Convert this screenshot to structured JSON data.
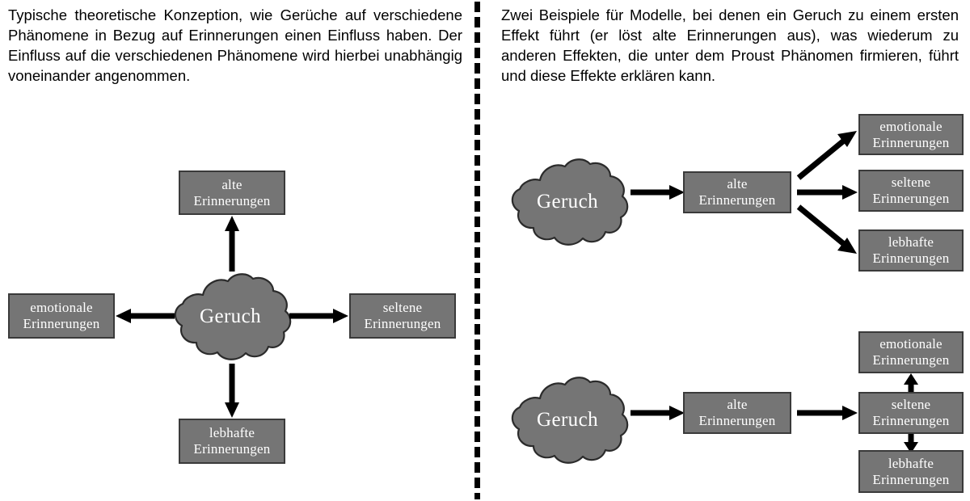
{
  "figure": {
    "panels": [
      {
        "id": "left",
        "caption": "Typische theoretische Konzeption, wie Gerüche auf verschiedene Phänomene in Bezug auf Erinnerungen einen Einfluss haben. Der Einfluss auf die verschiedenen Phänomene wird hierbei unabhängig voneinander angenommen.",
        "diagram": {
          "type": "radial",
          "source": {
            "label": "Geruch",
            "shape": "cloud"
          },
          "targets": [
            {
              "position": "top",
              "label": "alte\nErinnerungen"
            },
            {
              "position": "left",
              "label": "emotionale\nErinnerungen"
            },
            {
              "position": "right",
              "label": "seltene\nErinnerungen"
            },
            {
              "position": "bottom",
              "label": "lebhafte\nErinnerungen"
            }
          ]
        }
      },
      {
        "id": "right",
        "caption": "Zwei Beispiele für Modelle, bei denen ein Geruch zu einem ersten Effekt führt (er löst alte Erinnerungen aus), was wiederum zu anderen Effekten, die unter dem Proust Phänomen  firmieren, führt und diese Effekte erklären kann.",
        "diagrams": [
          {
            "id": "fan",
            "type": "chain-fan",
            "source": {
              "label": "Geruch",
              "shape": "cloud"
            },
            "intermediate": {
              "label": "alte\nErinnerungen"
            },
            "targets": [
              {
                "label": "emotionale\nErinnerungen"
              },
              {
                "label": "seltene\nErinnerungen"
              },
              {
                "label": "lebhafte\nErinnerungen"
              }
            ]
          },
          {
            "id": "cascade",
            "type": "chain-cascade",
            "source": {
              "label": "Geruch",
              "shape": "cloud"
            },
            "intermediate": {
              "label": "alte\nErinnerungen"
            },
            "targets": [
              {
                "label": "emotionale\nErinnerungen"
              },
              {
                "label": "seltene\nErinnerungen"
              },
              {
                "label": "lebhafte\nErinnerungen"
              }
            ]
          }
        ]
      }
    ]
  },
  "colors": {
    "box_fill": "#757575",
    "box_border": "#3a3a3a",
    "box_text": "#ffffff",
    "cloud_fill": "#757575",
    "cloud_border": "#2b2b2b",
    "arrow": "#000000",
    "divider": "#000000",
    "background": "#ffffff"
  }
}
